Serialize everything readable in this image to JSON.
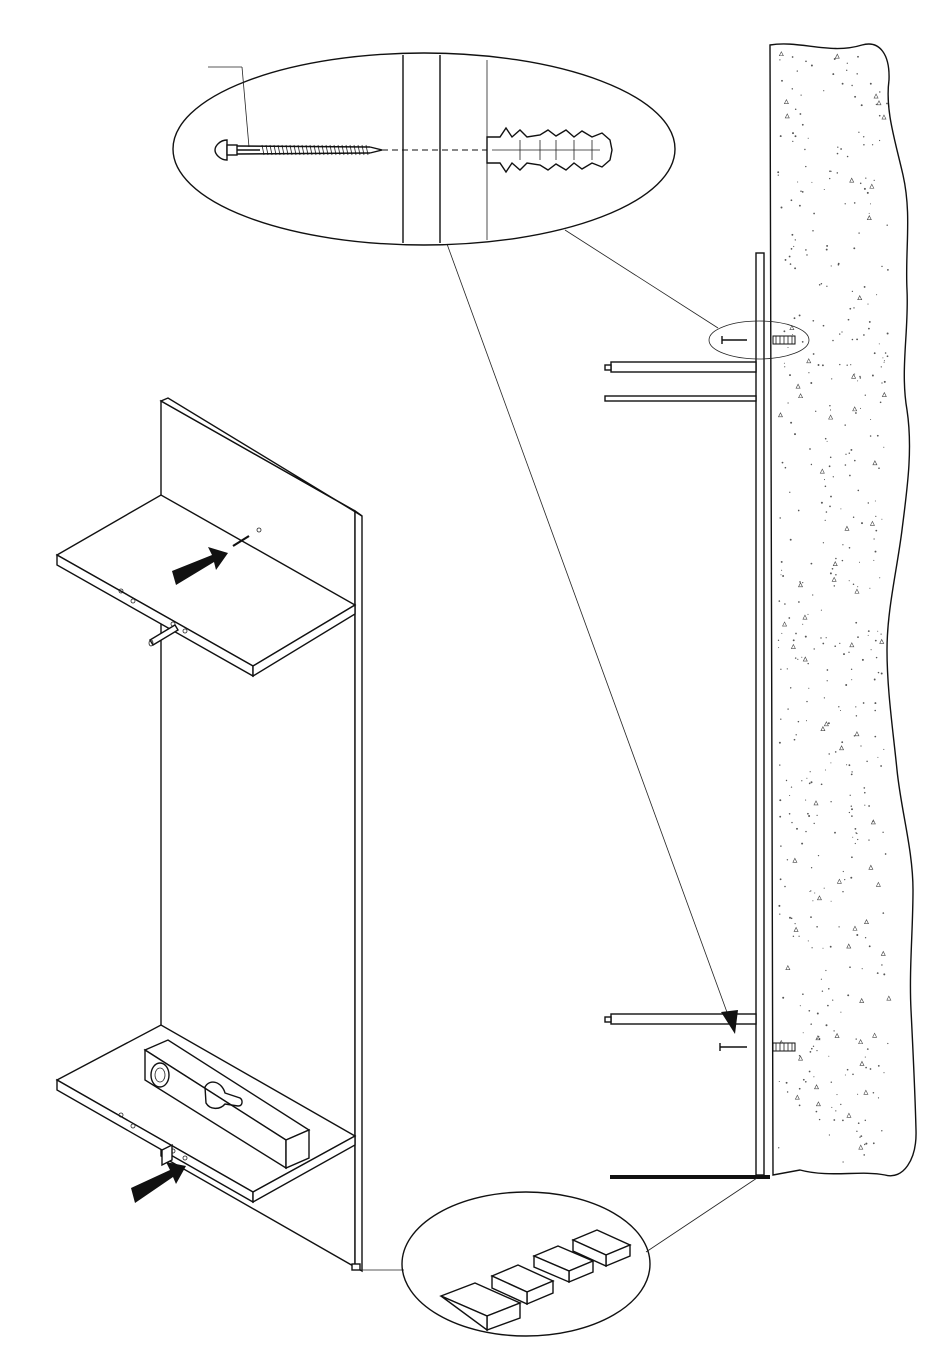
{
  "diagram": {
    "kind": "assembly-instruction",
    "has_text_labels": false,
    "stroke_color": "#111111",
    "background_color": "#ffffff",
    "wall_speckle_count": 520,
    "parts": [
      "wall",
      "back-panel",
      "upper-shelf",
      "lower-shelf",
      "hook-rod",
      "wall-screw",
      "wall-plug",
      "spirit-level",
      "shims"
    ],
    "callouts": [
      "screw-and-plug-detail",
      "shims-detail"
    ]
  }
}
